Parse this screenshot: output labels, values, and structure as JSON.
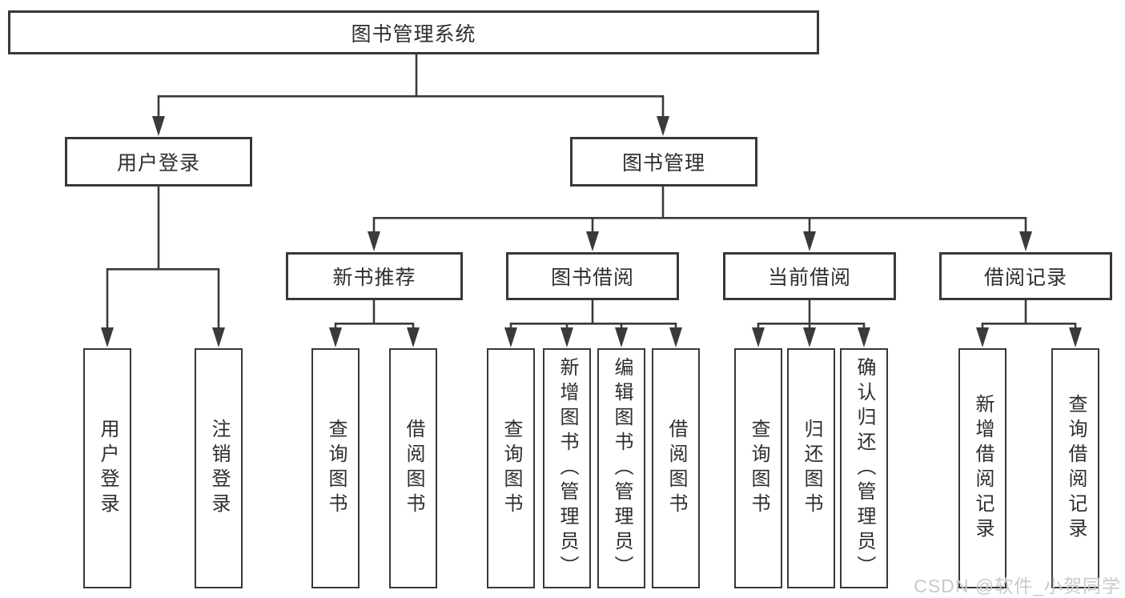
{
  "diagram": {
    "root": {
      "label": "图书管理系统"
    },
    "level2": [
      {
        "id": "user-login",
        "label": "用户登录"
      },
      {
        "id": "book-management",
        "label": "图书管理"
      }
    ],
    "level3": [
      {
        "id": "new-book-recommend",
        "label": "新书推荐"
      },
      {
        "id": "book-borrow",
        "label": "图书借阅"
      },
      {
        "id": "current-borrow",
        "label": "当前借阅"
      },
      {
        "id": "borrow-record",
        "label": "借阅记录"
      }
    ],
    "leaves": {
      "user_login": [
        {
          "label": "用户登录"
        },
        {
          "label": "注销登录"
        }
      ],
      "new_book": [
        {
          "label": "查询图书"
        },
        {
          "label": "借阅图书"
        }
      ],
      "book_borrow": [
        {
          "label": "查询图书"
        },
        {
          "label": "新增图书（管理员）"
        },
        {
          "label": "编辑图书（管理员）"
        },
        {
          "label": "借阅图书"
        }
      ],
      "current_borrow": [
        {
          "label": "查询图书"
        },
        {
          "label": "归还图书"
        },
        {
          "label": "确认归还（管理员）"
        }
      ],
      "borrow_record": [
        {
          "label": "新增借阅记录"
        },
        {
          "label": "查询借阅记录"
        }
      ]
    },
    "watermark": "CSDN @软件_小贺同学",
    "colors": {
      "line": "#3a3a3a",
      "box_border": "#383838",
      "text": "#2e2e2e",
      "watermark": "#c9c9c9",
      "background": "#ffffff"
    }
  }
}
